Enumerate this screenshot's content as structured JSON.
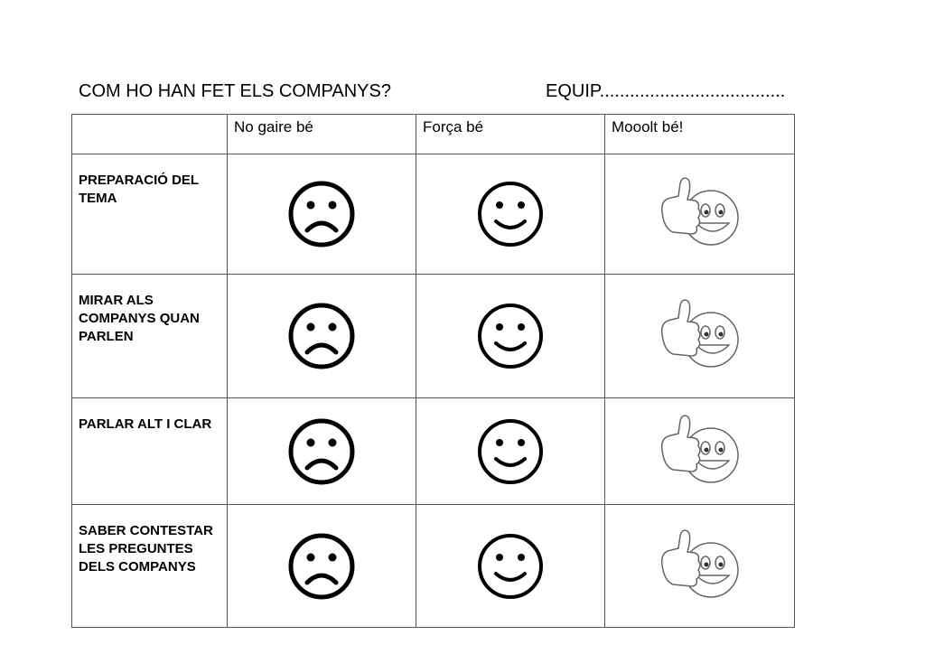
{
  "header": {
    "title": "COM HO HAN FET ELS COMPANYS?",
    "team": "EQUIP....................................."
  },
  "table": {
    "columns": [
      "",
      "No gaire bé",
      "Força bé",
      "Mooolt bé!"
    ],
    "rows": [
      {
        "criterion": "PREPARACIÓ DEL TEMA",
        "faces": [
          "sad-face-icon",
          "smiley-face-icon",
          "thumbs-up-emoji-icon"
        ]
      },
      {
        "criterion": "MIRAR ALS COMPANYS QUAN PARLEN",
        "faces": [
          "sad-face-icon",
          "smiley-face-icon",
          "thumbs-up-emoji-icon"
        ]
      },
      {
        "criterion": "PARLAR ALT I CLAR",
        "faces": [
          "sad-face-icon",
          "smiley-face-icon",
          "thumbs-up-emoji-icon"
        ]
      },
      {
        "criterion": "SABER CONTESTAR LES PREGUNTES DELS COMPANYS",
        "faces": [
          "sad-face-icon",
          "smiley-face-icon",
          "thumbs-up-emoji-icon"
        ]
      }
    ]
  }
}
